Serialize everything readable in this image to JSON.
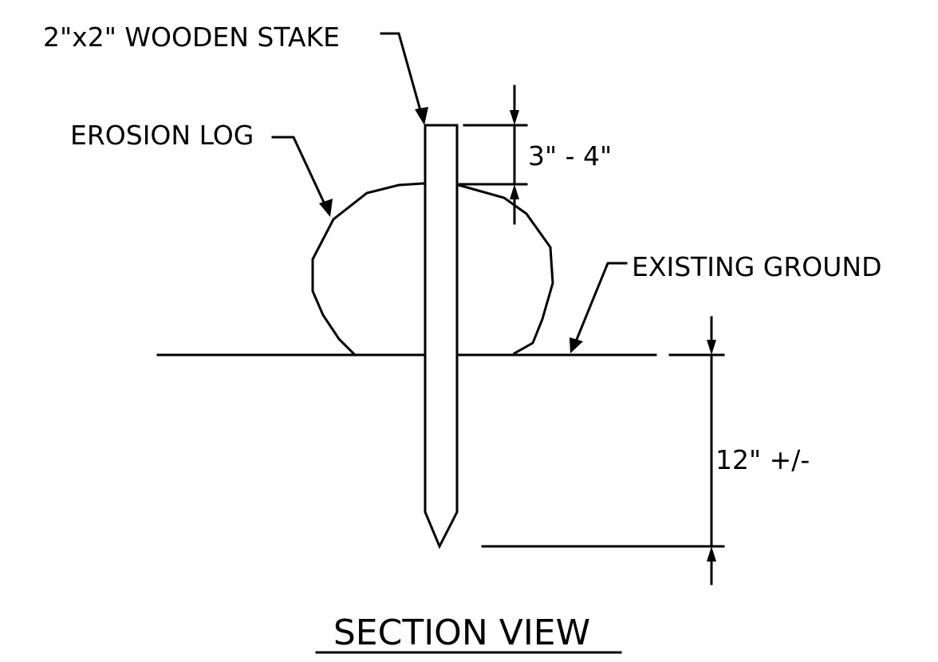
{
  "labels": {
    "stake": "2\"x2\" WOODEN STAKE",
    "log": "EROSION LOG",
    "ground": "EXISTING GROUND",
    "stake_above_log": "3\" - 4\"",
    "embedment": "12\" +/-"
  },
  "title": "SECTION VIEW",
  "colors": {
    "line": "#000000",
    "background": "#ffffff"
  }
}
